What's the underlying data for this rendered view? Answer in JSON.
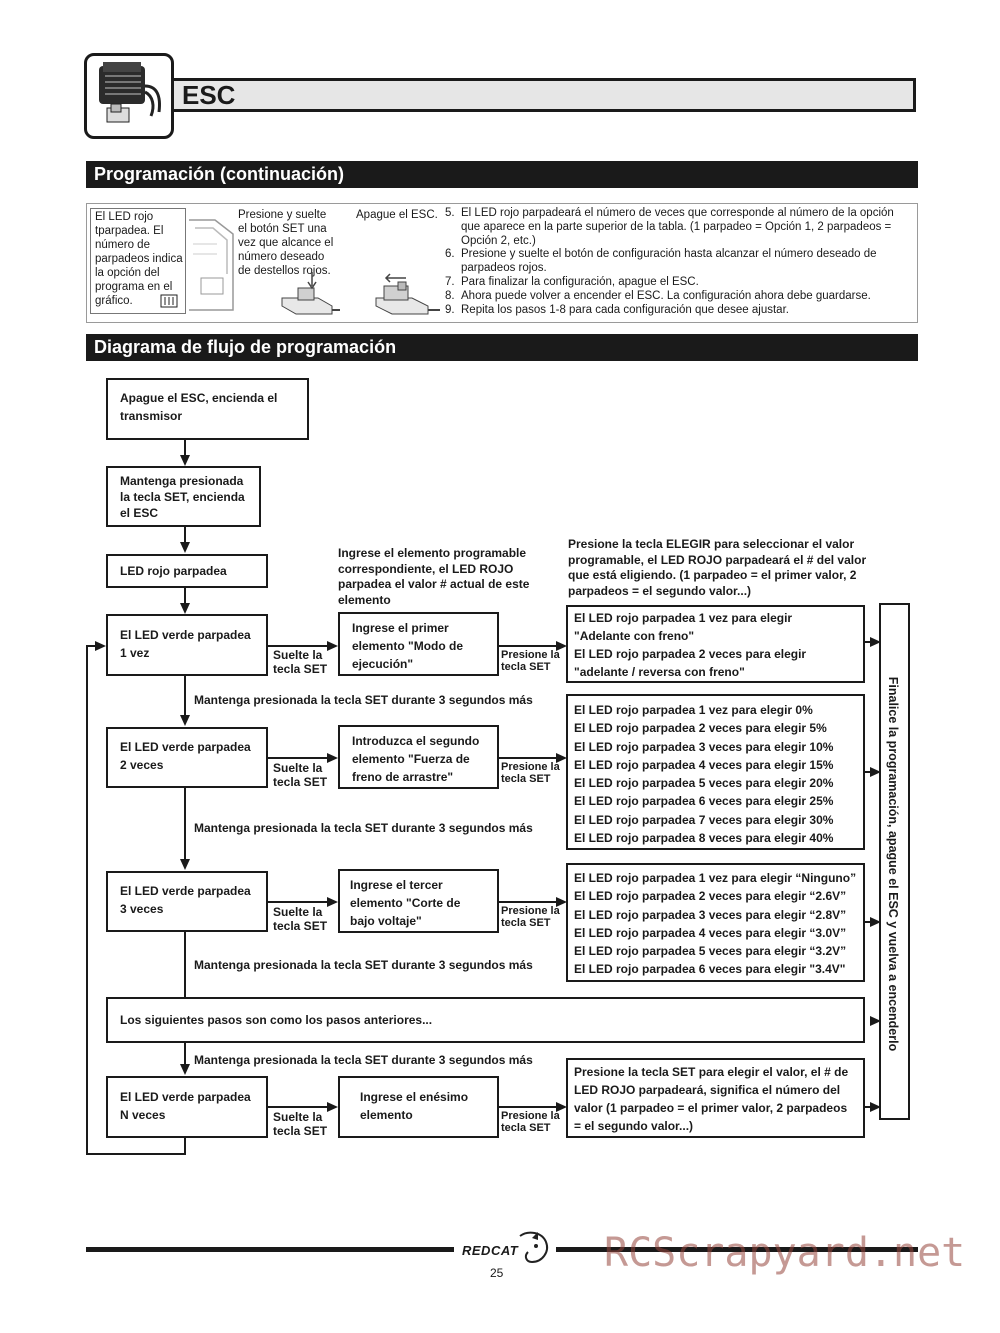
{
  "header": {
    "title": "ESC"
  },
  "sections": {
    "programming": "Programación (continuación)",
    "flowchart": "Diagrama de flujo de programación"
  },
  "instructions": {
    "led_note": "El LED rojo tparpadea. El número de parpadeos indica la opción del programa en el gráfico.",
    "press_release": "Presione y suelte el botón SET una vez que alcance el número deseado de destellos rojos.",
    "power_off": "Apague el ESC.",
    "steps": [
      {
        "num": "5.",
        "text": "El LED rojo parpadeará el número de veces que corresponde al número de la opción que aparece en la parte superior de la tabla. (1 parpadeo = Opción 1, 2 parpadeos = Opción 2, etc.)"
      },
      {
        "num": "6.",
        "text": "Presione y suelte el botón de configuración hasta alcanzar el número deseado de parpadeos rojos."
      },
      {
        "num": "7.",
        "text": "Para finalizar la configuración, apague el ESC."
      },
      {
        "num": "8.",
        "text": "Ahora puede volver a encender el ESC. La configuración ahora debe guardarse."
      },
      {
        "num": "9.",
        "text": "Repita los pasos 1-8 para cada configuración que desee ajustar."
      }
    ]
  },
  "flow": {
    "start": "Apague el ESC, encienda el transmisor",
    "hold_set": "Mantenga presionada la tecla SET, encienda el ESC",
    "red_blinks": "LED rojo parpadea",
    "enter_header": "Ingrese el elemento programable correspondiente, el LED ROJO parpadea el valor # actual de este elemento",
    "select_header": "Presione la tecla ELEGIR para seleccionar el valor programable, el LED ROJO parpadeará el # del valor que está eligiendo. (1 parpadeo = el primer valor, 2 parpadeos = el segundo valor...)",
    "release_set": "Suelte la tecla SET",
    "press_set": "Presione la tecla SET",
    "hold_3s": "Mantenga presionada la tecla SET durante 3 segundos más",
    "green_1": "El LED verde parpadea 1 vez",
    "green_2": "El LED verde parpadea 2 veces",
    "green_3": "El LED verde parpadea 3 veces",
    "green_n": "El LED verde parpadea N veces",
    "item_1": "Ingrese el primer elemento \"Modo de ejecución\"",
    "item_2": "Introduzca el segundo elemento \"Fuerza de freno de arrastre\"",
    "item_3": "Ingrese el tercer elemento \"Corte de bajo voltaje\"",
    "item_n": "Ingrese el enésimo elemento",
    "options_1": [
      "El LED rojo parpadea 1 vez para elegir",
      "\"Adelante con freno\"",
      "El LED rojo parpadea 2 veces para elegir",
      "\"adelante / reversa con freno\""
    ],
    "options_2": [
      "El LED rojo parpadea 1 vez para elegir 0%",
      "El LED rojo parpadea 2 veces para elegir 5%",
      "El LED rojo parpadea 3 veces para elegir 10%",
      "El LED rojo parpadea 4 veces para elegir 15%",
      "El LED rojo parpadea 5 veces para elegir 20%",
      "El LED rojo parpadea 6 veces para elegir 25%",
      "El LED rojo parpadea 7 veces para elegir 30%",
      "El LED rojo parpadea 8 veces para elegir 40%"
    ],
    "options_3": [
      "El LED rojo parpadea 1 vez para elegir “Ninguno”",
      "El LED rojo parpadea 2 veces para elegir “2.6V”",
      "El LED rojo parpadea 3 veces para elegir “2.8V”",
      "El LED rojo parpadea 4 veces para elegir “3.0V”",
      "El LED rojo parpadea 5 veces para elegir “3.2V”",
      "El LED rojo parpadea 6 veces para elegir \"3.4V\""
    ],
    "following_steps": "Los siguientes pasos son como los pasos anteriores...",
    "options_n": "Presione la tecla SET para elegir el valor, el # de LED ROJO parpadeará, significa el número del valor (1 parpadeo = el primer valor, 2 parpadeos = el segundo valor...)",
    "finish": "Finalice la programación, apague el ESC y vuelva a encenderlo"
  },
  "footer": {
    "brand": "REDCAT",
    "page": "25",
    "watermark": "RCScrapyard.net"
  }
}
